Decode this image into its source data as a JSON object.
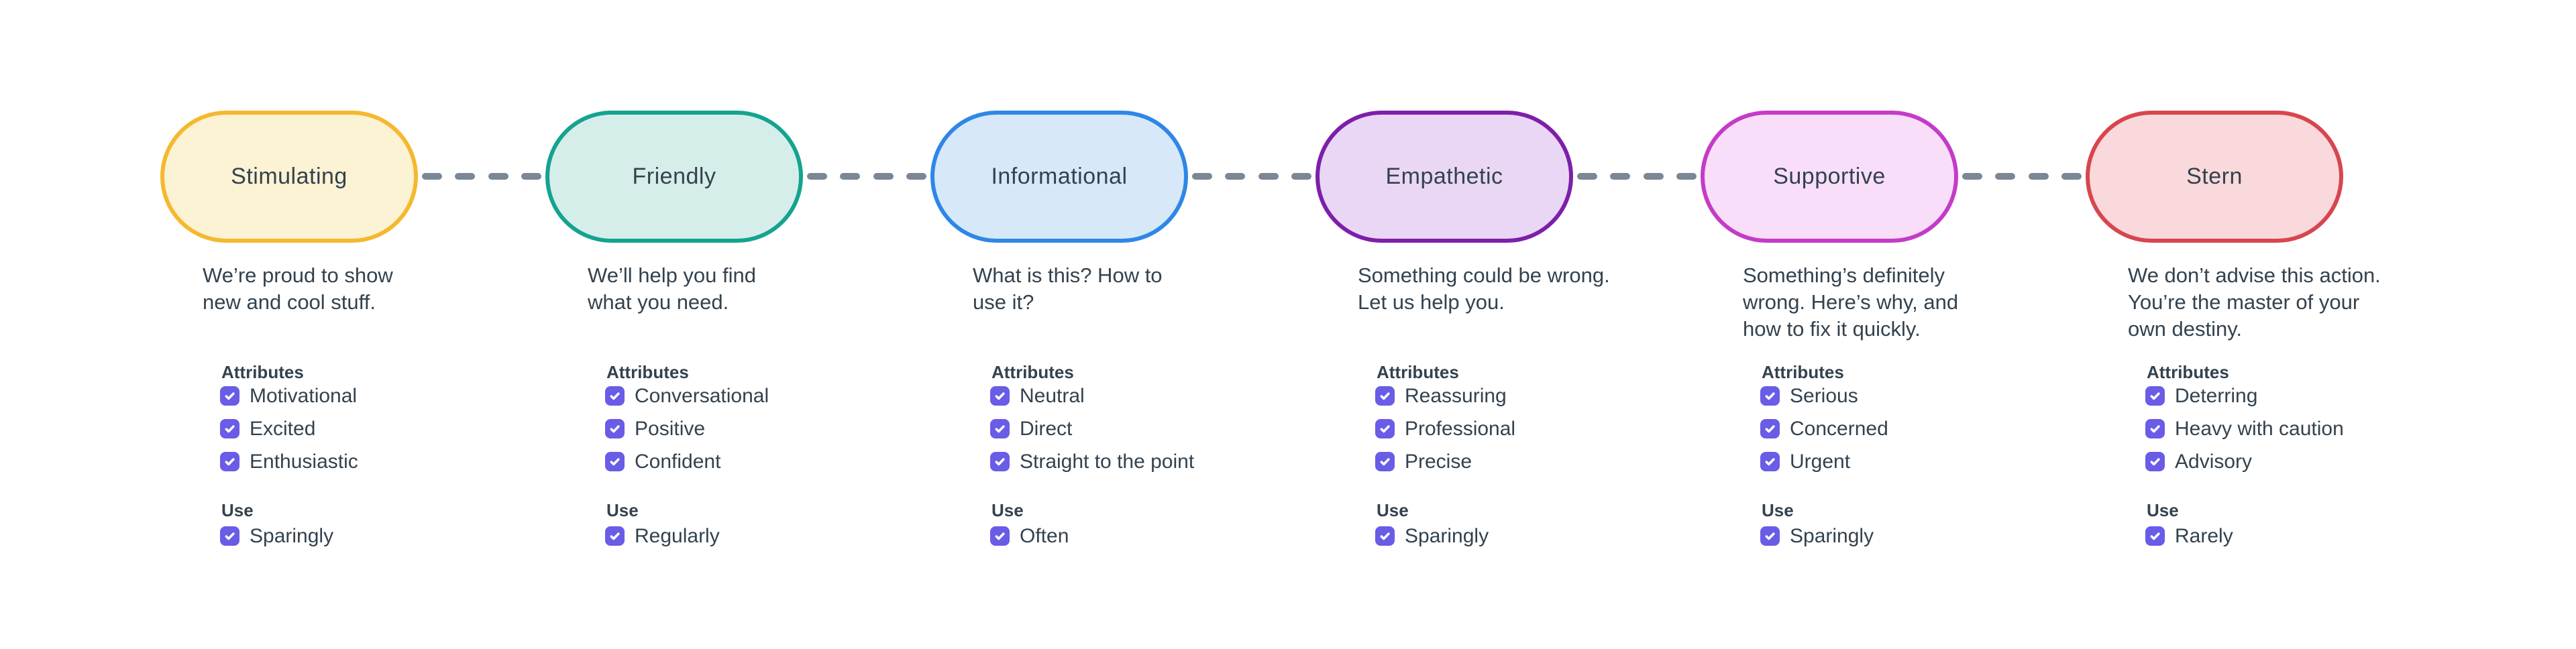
{
  "colors": {
    "background": "#ffffff",
    "text": "#33424e",
    "dash": "#7b8794",
    "checkbox": "#695ce6"
  },
  "section_labels": {
    "attributes": "Attributes",
    "use": "Use"
  },
  "tones": [
    {
      "label": "Stimulating",
      "border_color": "#f5b82e",
      "fill_color": "#fcf2d4",
      "description": "We’re proud to show\nnew and cool stuff.",
      "attributes": [
        {
          "label": "Motivational",
          "checked": true
        },
        {
          "label": "Excited",
          "checked": true
        },
        {
          "label": "Enthusiastic",
          "checked": true
        }
      ],
      "use": [
        {
          "label": "Sparingly",
          "checked": true
        }
      ]
    },
    {
      "label": "Friendly",
      "border_color": "#14a390",
      "fill_color": "#d6eee9",
      "description": "We’ll help you find\nwhat you need.",
      "attributes": [
        {
          "label": "Conversational",
          "checked": true
        },
        {
          "label": "Positive",
          "checked": true
        },
        {
          "label": "Confident",
          "checked": true
        }
      ],
      "use": [
        {
          "label": "Regularly",
          "checked": true
        }
      ]
    },
    {
      "label": "Informational",
      "border_color": "#2e87e5",
      "fill_color": "#d7e8f9",
      "description": "What is this? How to\nuse it?",
      "attributes": [
        {
          "label": "Neutral",
          "checked": true
        },
        {
          "label": "Direct",
          "checked": true
        },
        {
          "label": "Straight to the point",
          "checked": true
        }
      ],
      "use": [
        {
          "label": "Often",
          "checked": true
        }
      ]
    },
    {
      "label": "Empathetic",
      "border_color": "#7d1fa9",
      "fill_color": "#ead7f5",
      "description": "Something could be wrong.\nLet us help you.",
      "attributes": [
        {
          "label": "Reassuring",
          "checked": true
        },
        {
          "label": "Professional",
          "checked": true
        },
        {
          "label": "Precise",
          "checked": true
        }
      ],
      "use": [
        {
          "label": "Sparingly",
          "checked": true
        }
      ]
    },
    {
      "label": "Supportive",
      "border_color": "#c43bc7",
      "fill_color": "#f9def9",
      "description": "Something’s definitely\nwrong. Here’s why, and\nhow to fix it quickly.",
      "attributes": [
        {
          "label": "Serious",
          "checked": true
        },
        {
          "label": "Concerned",
          "checked": true
        },
        {
          "label": "Urgent",
          "checked": true
        }
      ],
      "use": [
        {
          "label": "Sparingly",
          "checked": true
        }
      ]
    },
    {
      "label": "Stern",
      "border_color": "#d7464f",
      "fill_color": "#f9d9db",
      "description": "We don’t advise this action.\nYou’re the master of your\nown destiny.",
      "attributes": [
        {
          "label": "Deterring",
          "checked": true
        },
        {
          "label": "Heavy with caution",
          "checked": true
        },
        {
          "label": "Advisory",
          "checked": true
        }
      ],
      "use": [
        {
          "label": "Rarely",
          "checked": true
        }
      ]
    }
  ]
}
